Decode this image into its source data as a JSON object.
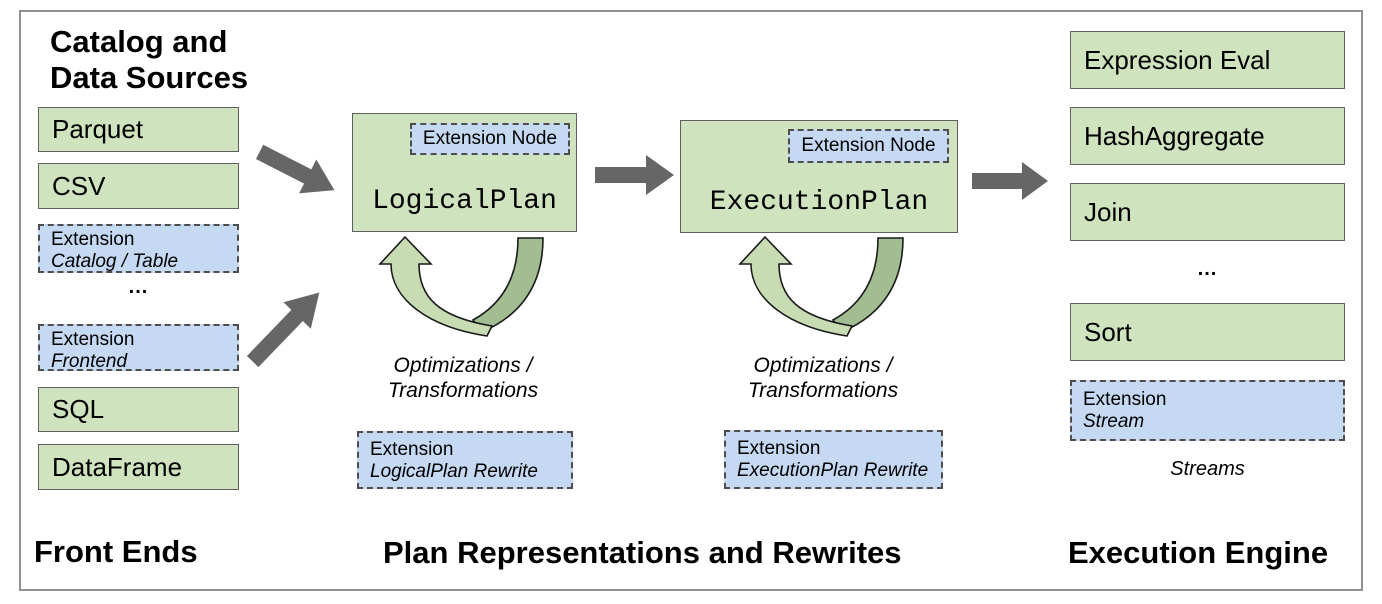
{
  "colors": {
    "box-green": "#cfe3bf",
    "box-blue": "#c5d9f3",
    "arrow-gray": "#666666",
    "loop-light": "#c8dcb4",
    "loop-dark": "#a2bd92",
    "box-border": "#5f5f5f",
    "dash-border": "#4d4d4d",
    "frame-border": "#919191"
  },
  "left": {
    "heading_line1": "Catalog and",
    "heading_line2": "Data Sources",
    "parquet": "Parquet",
    "csv": "CSV",
    "ext_catalog_line1": "Extension",
    "ext_catalog_line2": "Catalog / Table",
    "ellipsis": "...",
    "ext_frontend_line1": "Extension",
    "ext_frontend_line2": "Frontend",
    "sql": "SQL",
    "dataframe": "DataFrame",
    "footer": "Front Ends"
  },
  "middle": {
    "logical_plan": "LogicalPlan",
    "execution_plan": "ExecutionPlan",
    "extension_node": "Extension Node",
    "optimizations_line1": "Optimizations /",
    "optimizations_line2": "Transformations",
    "ext_logical_line1": "Extension",
    "ext_logical_line2": "LogicalPlan Rewrite",
    "ext_execution_line1": "Extension",
    "ext_execution_line2": "ExecutionPlan Rewrite",
    "footer": "Plan Representations and Rewrites"
  },
  "right": {
    "expression_eval": "Expression Eval",
    "hash_aggregate": "HashAggregate",
    "join": "Join",
    "ellipsis": "...",
    "sort": "Sort",
    "ext_stream_line1": "Extension",
    "ext_stream_line2": "Stream",
    "streams_label": "Streams",
    "footer": "Execution Engine"
  }
}
